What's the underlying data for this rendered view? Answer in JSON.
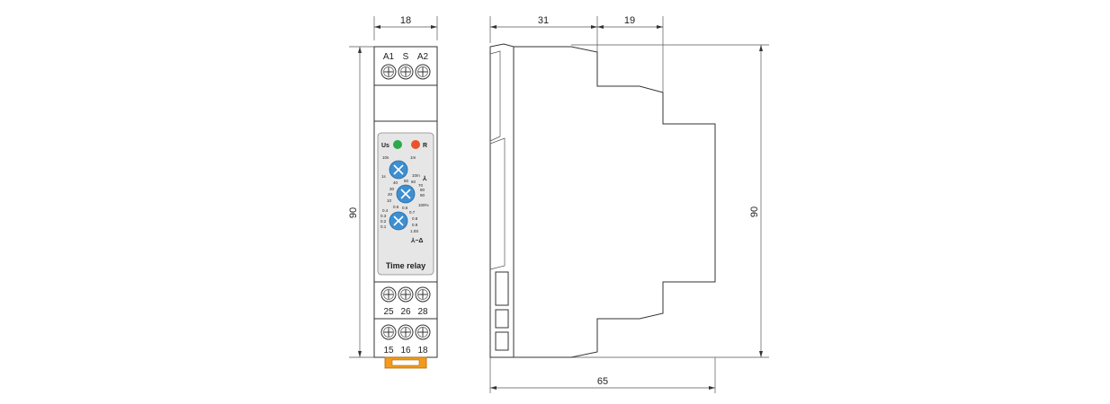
{
  "front_view": {
    "width_label": "18",
    "height_label": "90",
    "top_terminals": [
      "A1",
      "S",
      "A2"
    ],
    "mid_terminals": [
      "25",
      "26",
      "28"
    ],
    "bottom_terminals": [
      "15",
      "16",
      "18"
    ],
    "panel": {
      "us_label": "Us",
      "r_label": "R",
      "us_color": "#2ea84a",
      "r_color": "#e8532b",
      "knob_color": "#3d8fd1",
      "title": "Time relay",
      "knob1_labels": [
        "10s",
        "1m",
        "1s",
        "10m"
      ],
      "knob2_labels": [
        "40",
        "50",
        "60",
        "70",
        "30",
        "80",
        "20",
        "90",
        "10",
        "100%"
      ],
      "knob2_symbol": "⅄",
      "knob3_labels": [
        "0.4",
        "0.5",
        "0.6",
        "0.7",
        "0.3",
        "0.8",
        "0.2",
        "0.9",
        "0.1",
        "1.0S"
      ],
      "knob3_symbol": "⅄−Δ"
    },
    "clip_color": "#f39a1e"
  },
  "side_view": {
    "top_left_label": "31",
    "top_right_label": "19",
    "height_label": "90",
    "depth_label": "65"
  }
}
